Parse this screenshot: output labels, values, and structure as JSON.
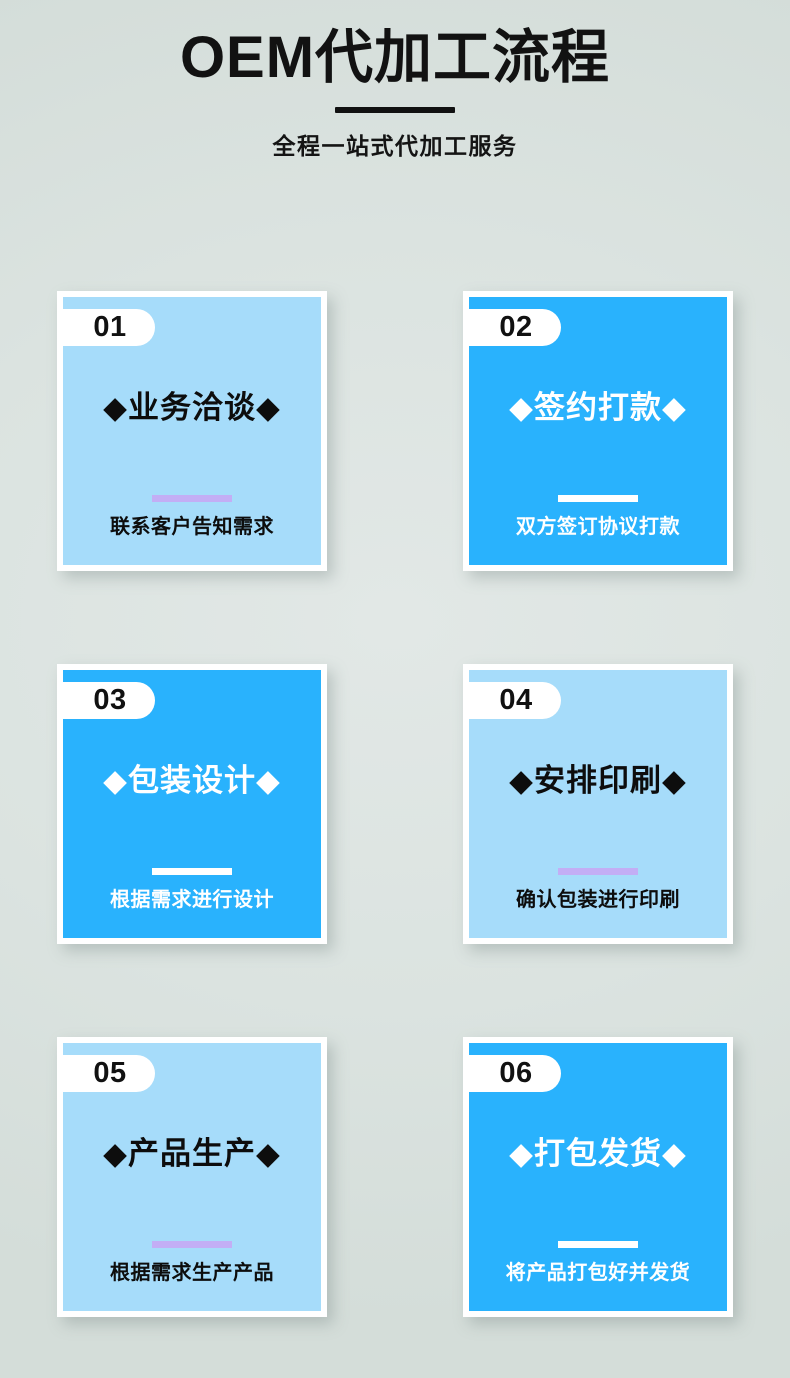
{
  "header": {
    "title": "OEM代加工流程",
    "subtitle": "全程一站式代加工服务"
  },
  "colors": {
    "background": "#dce4e1",
    "card_light": "#a6dcfa",
    "card_dark": "#29b2fd",
    "divider_purple": "#c3aef5",
    "divider_white": "#ffffff",
    "text_dark": "#0d0d0d",
    "text_light": "#ffffff",
    "badge_bg": "#ffffff"
  },
  "steps": [
    {
      "number": "01",
      "title": "◆业务洽谈◆",
      "description": "联系客户告知需求",
      "theme": "light"
    },
    {
      "number": "02",
      "title": "◆签约打款◆",
      "description": "双方签订协议打款",
      "theme": "dark"
    },
    {
      "number": "03",
      "title": "◆包装设计◆",
      "description": "根据需求进行设计",
      "theme": "dark"
    },
    {
      "number": "04",
      "title": "◆安排印刷◆",
      "description": "确认包装进行印刷",
      "theme": "light"
    },
    {
      "number": "05",
      "title": "◆产品生产◆",
      "description": "根据需求生产产品",
      "theme": "light"
    },
    {
      "number": "06",
      "title": "◆打包发货◆",
      "description": "将产品打包好并发货",
      "theme": "dark"
    }
  ]
}
